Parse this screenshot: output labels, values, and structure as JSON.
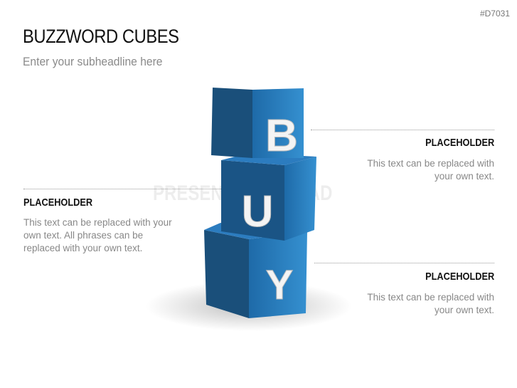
{
  "slide": {
    "code": "#D7031",
    "title": "BUZZWORD CUBES",
    "subtitle": "Enter your subheadline here",
    "watermark": "PRESENTATIONLOAD"
  },
  "cubes": {
    "letters": [
      "B",
      "U",
      "Y"
    ],
    "color": "#1f6fae"
  },
  "blocks": [
    {
      "heading": "PLACEHOLDER",
      "text": "This text can be replaced with your own text."
    },
    {
      "heading": "PLACEHOLDER",
      "text": "This text can be replaced with your own text. All phrases can be replaced with your own text."
    },
    {
      "heading": "PLACEHOLDER",
      "text": "This text can be replaced with your own text."
    }
  ]
}
